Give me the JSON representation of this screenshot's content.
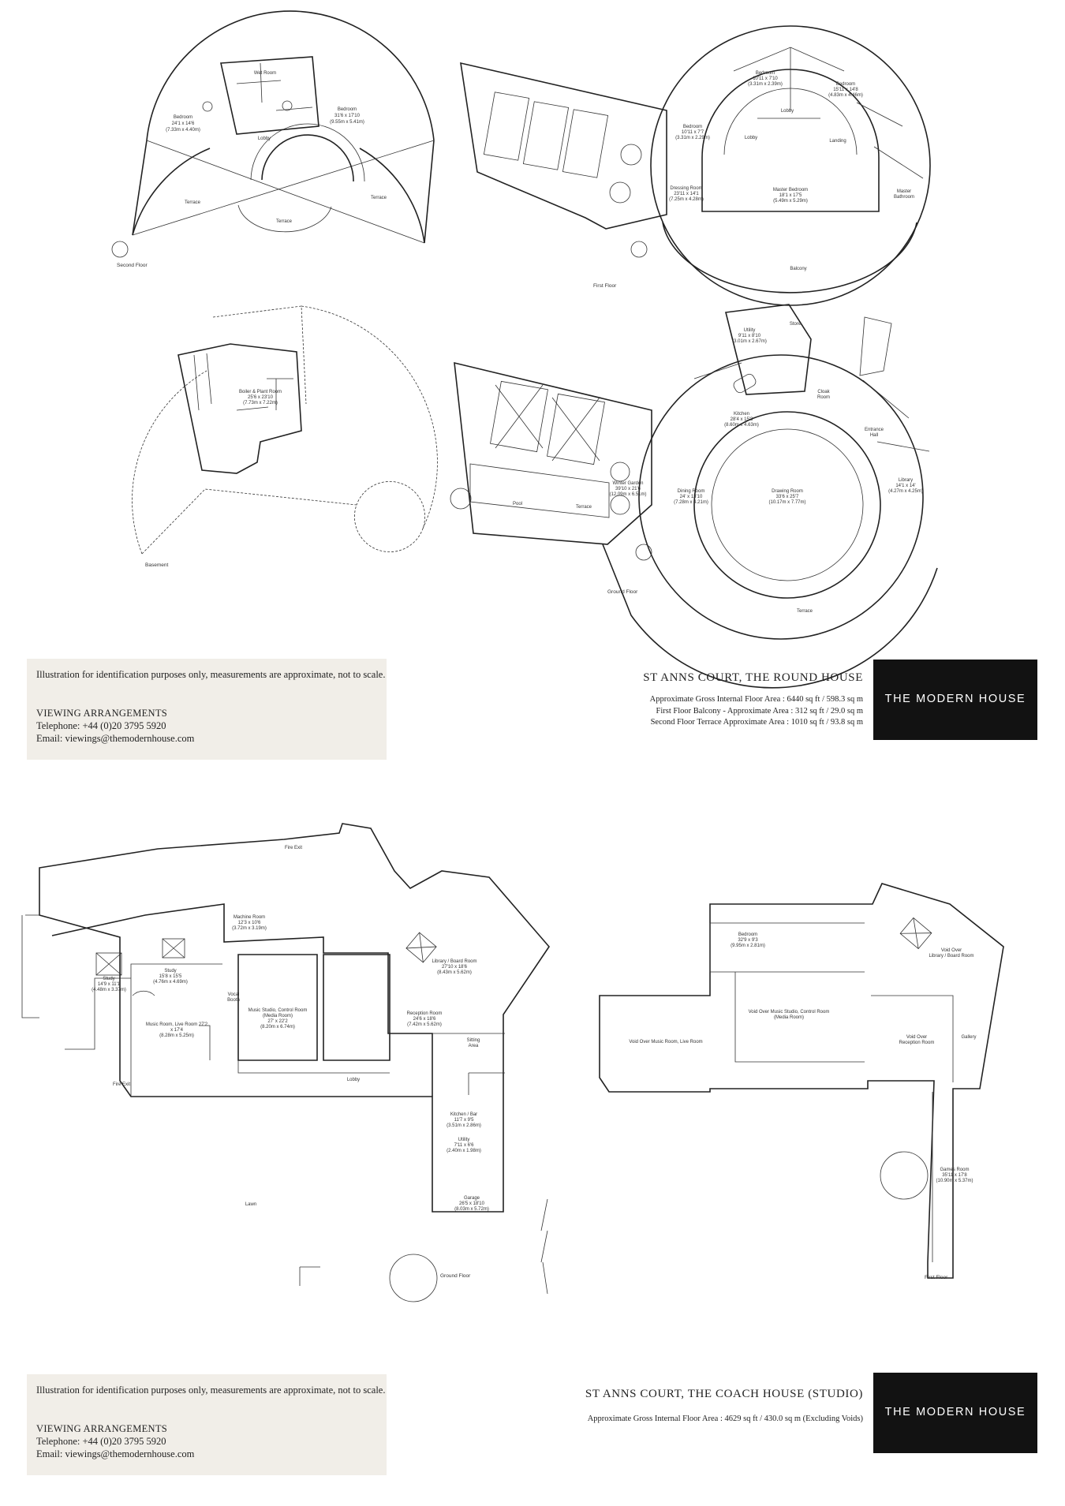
{
  "brand": {
    "name": "THE MODERN HOUSE",
    "color": "#121212"
  },
  "round_house": {
    "title": "ST ANNS COURT, THE ROUND HOUSE",
    "areas": [
      "Approximate Gross Internal Floor Area : 6440 sq ft / 598.3 sq m",
      "First Floor Balcony - Approximate Area : 312 sq ft / 29.0 sq m",
      "Second Floor Terrace Approximate Area : 1010 sq ft / 93.8 sq m"
    ],
    "floors": {
      "second": "Second Floor",
      "first": "First Floor",
      "basement": "Basement",
      "ground": "Ground Floor"
    },
    "second_floor_rooms": {
      "wet_room": "Wet Room",
      "bedroom_a": "Bedroom",
      "bedroom_a_dim": "24'1 x 14'6",
      "bedroom_a_met": "(7.33m x 4.40m)",
      "bedroom_b": "Bedroom",
      "bedroom_b_dim": "31'6 x 17'10",
      "bedroom_b_met": "(9.55m x 5.41m)",
      "lobby": "Lobby",
      "terrace_left": "Terrace",
      "terrace_right": "Terrace",
      "terrace_mid": "Terrace"
    },
    "first_floor_rooms": {
      "bedroom_1": "Bedroom",
      "bedroom_1_dim": "10'11 x 7'10",
      "bedroom_1_met": "(3.31m x 2.39m)",
      "bedroom_2": "Bedroom",
      "bedroom_2_dim": "15'11 x 14'8",
      "bedroom_2_met": "(4.83m x 4.46m)",
      "bedroom_3": "Bedroom",
      "bedroom_3_dim": "10'11 x 7'7",
      "bedroom_3_met": "(3.31m x 2.29m)",
      "lobby_a": "Lobby",
      "lobby_b": "Lobby",
      "landing": "Landing",
      "dressing": "Dressing Room",
      "dressing_dim": "23'11 x 14'1",
      "dressing_met": "(7.25m x 4.28m)",
      "master": "Master Bedroom",
      "master_dim": "18'1 x 17'5",
      "master_met": "(5.49m x 5.29m)",
      "master_bath_1": "Master",
      "master_bath_2": "Bathroom",
      "balcony": "Balcony"
    },
    "basement_rooms": {
      "boiler": "Boiler & Plant Room",
      "boiler_dim": "25'6 x 23'10",
      "boiler_met": "(7.73m x 7.22m)"
    },
    "ground_floor_rooms": {
      "utility": "Utility",
      "utility_dim": "9'11 x 8'10",
      "utility_met": "(3.01m x 2.67m)",
      "store": "Store",
      "cloak_1": "Cloak",
      "cloak_2": "Room",
      "kitchen": "Kitchen",
      "kitchen_dim": "28'4 x 15'3",
      "kitchen_met": "(8.60m x 4.63m)",
      "entrance_1": "Entrance",
      "entrance_2": "Hall",
      "winter": "Winter Garden",
      "winter_dim": "39'10 x 21'6",
      "winter_met": "(12.09m x 6.51m)",
      "dining": "Dining Room",
      "dining_dim": "24' x 13'10",
      "dining_met": "(7.28m x 4.21m)",
      "drawing": "Drawing Room",
      "drawing_dim": "33'6 x 25'7",
      "drawing_met": "(10.17m x 7.77m)",
      "library": "Library",
      "library_dim": "14'1 x 14'",
      "library_met": "(4.27m x 4.25m)",
      "pool": "Pool",
      "terrace_small": "Terrace",
      "terrace": "Terrace"
    }
  },
  "coach_house": {
    "title": "ST ANNS COURT, THE COACH HOUSE (STUDIO)",
    "areas": [
      "Approximate Gross Internal Floor Area : 4629 sq ft / 430.0 sq m (Excluding Voids)"
    ],
    "floors": {
      "ground": "Ground Floor",
      "first": "First Floor"
    },
    "ground_rooms": {
      "fire_exit_top": "Fire Exit",
      "machine": "Machine Room",
      "machine_dim": "12'3 x 10'6",
      "machine_met": "(3.72m x 3.19m)",
      "study_a": "Study",
      "study_a_dim": "14'9 x 11'1",
      "study_a_met": "(4.48m x 3.37m)",
      "study_b": "Study",
      "study_b_dim": "15'8 x 15'5",
      "study_b_met": "(4.76m x 4.69m)",
      "library": "Library / Board Room",
      "library_dim": "27'10 x 18'6",
      "library_met": "(8.43m x 5.62m)",
      "vocal_1": "Vocal",
      "vocal_2": "Booth",
      "music_room": "Music Room, Live Room 27'2",
      "music_room_dim": "x 17'4",
      "music_room_met": "(8.28m x 5.25m)",
      "studio": "Music Studio, Control Room",
      "studio_sub": "(Media Room)",
      "studio_dim": "27' x 22'2",
      "studio_met": "(8.20m x 6.74m)",
      "reception": "Reception Room",
      "reception_dim": "24'6 x 18'6",
      "reception_met": "(7.42m x 5.62m)",
      "sitting_1": "Sitting",
      "sitting_2": "Area",
      "lobby": "Lobby",
      "fire_exit": "Fire Exit",
      "kitchen": "Kitchen / Bar",
      "kitchen_dim": "11'7 x 9'5",
      "kitchen_met": "(3.51m x 2.86m)",
      "utility": "Utility",
      "utility_dim": "7'11 x 6'6",
      "utility_met": "(2.40m x 1.98m)",
      "garage": "Garage",
      "garage_dim": "26'5 x 18'10",
      "garage_met": "(8.03m x 5.72m)",
      "lawn": "Lawn"
    },
    "first_rooms": {
      "bedroom": "Bedroom",
      "bedroom_dim": "32'9 x 9'3",
      "bedroom_met": "(9.95m x 2.81m)",
      "void_library_1": "Void Over",
      "void_library_2": "Library / Board Room",
      "void_studio_1": "Void Over Music Studio, Control Room",
      "void_studio_2": "(Media Room)",
      "void_music": "Void Over Music Room, Live Room",
      "void_reception_1": "Void Over",
      "void_reception_2": "Reception Room",
      "gallery": "Gallery",
      "games": "Games Room",
      "games_dim": "35'11 x 17'8",
      "games_met": "(10.90m x 5.37m)"
    }
  },
  "disclaimer": {
    "note": "Illustration for identification purposes only, measurements are approximate, not to scale.",
    "viewing_heading": "VIEWING ARRANGEMENTS",
    "telephone": "Telephone: +44 (0)20 3795 5920",
    "email": "Email: viewings@themodernhouse.com"
  }
}
